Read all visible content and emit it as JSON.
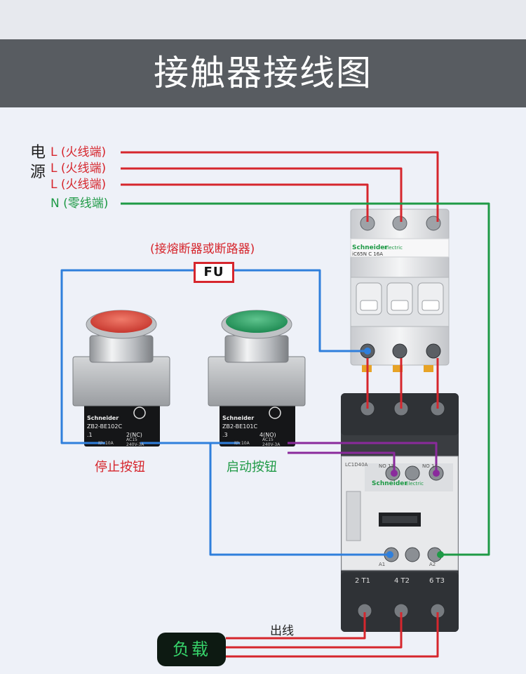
{
  "title": "接触器接线图",
  "source": {
    "char1": "电",
    "char2": "源"
  },
  "lines": [
    {
      "letter": "L",
      "text": "(火线端)",
      "color": "#d6262d"
    },
    {
      "letter": "L",
      "text": "(火线端)",
      "color": "#d6262d"
    },
    {
      "letter": "L",
      "text": "(火线端)",
      "color": "#d6262d"
    },
    {
      "letter": "N",
      "text": "(零线端)",
      "color": "#1f9a46"
    }
  ],
  "fuse": {
    "caption": "(接熔断器或断路器)",
    "label": "FU"
  },
  "breaker": {
    "brand": "Schneider",
    "sub": "Electric",
    "model": "iC65N  C 16A"
  },
  "stop_button": {
    "caption": "停止按钮",
    "brand": "Schneider",
    "model": "ZB2-BE102C",
    "nc": "2(NC)",
    "t1": ".1",
    "rating1": "Ith:10A",
    "rating2": "AC15",
    "rating3": "240V-3A",
    "color": "#d94a42"
  },
  "start_button": {
    "caption": "启动按钮",
    "brand": "Schneider",
    "model": "ZB2-BE101C",
    "no": "4(NO)",
    "t3": ".3",
    "rating1": "Ith:10A",
    "rating2": "AC15",
    "rating3": "240V-3A",
    "color": "#2e9e62"
  },
  "contactor": {
    "brand": "Schneider",
    "sub": "Electric",
    "model": "LC1D40A",
    "bottom_labels": [
      "2 T1",
      "4 T2",
      "6 T3"
    ],
    "aux_labels": [
      "NO 13",
      "NO 14"
    ],
    "coil_labels": [
      "A1",
      "A2"
    ]
  },
  "out_label": "出线",
  "load": "负载",
  "colors": {
    "red": "#d6262d",
    "green": "#1f9a46",
    "blue": "#2f7fdc",
    "purple": "#8a2a9c"
  }
}
